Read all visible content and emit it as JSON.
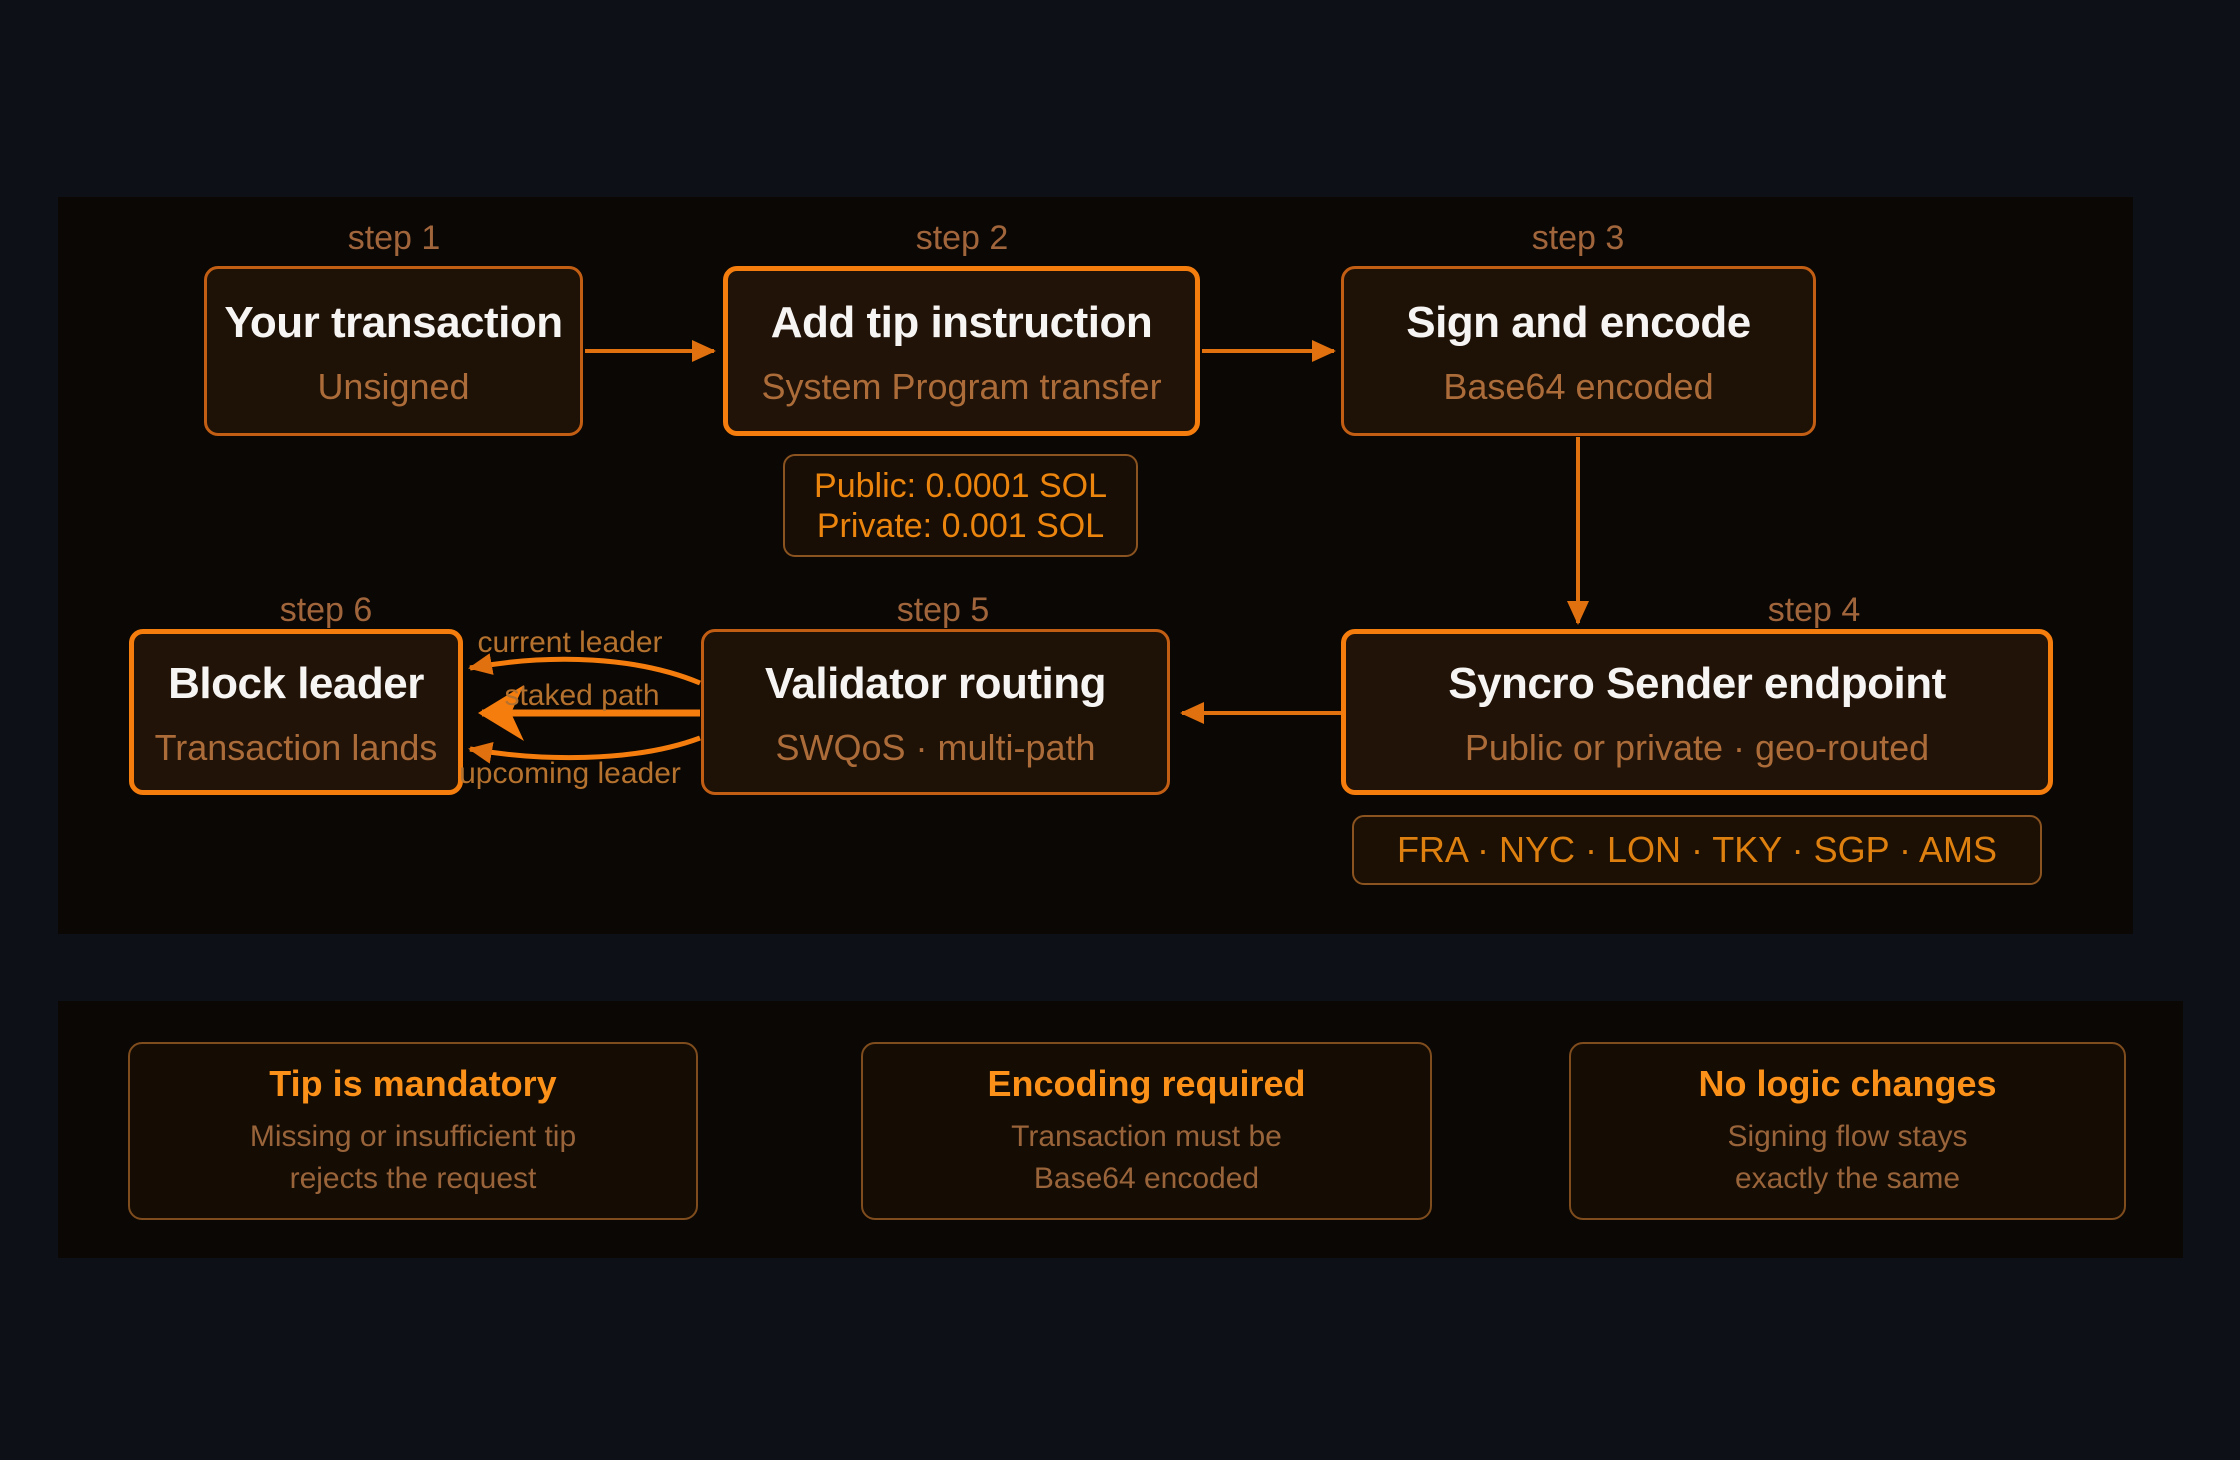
{
  "flow": {
    "steps": [
      {
        "label": "step 1",
        "title": "Your transaction",
        "subtitle": "Unsigned"
      },
      {
        "label": "step 2",
        "title": "Add tip instruction",
        "subtitle": "System Program transfer"
      },
      {
        "label": "step 3",
        "title": "Sign and encode",
        "subtitle": "Base64 encoded"
      },
      {
        "label": "step 4",
        "title": "Syncro Sender endpoint",
        "subtitle": "Public or private · geo-routed"
      },
      {
        "label": "step 5",
        "title": "Validator routing",
        "subtitle": "SWQoS · multi-path"
      },
      {
        "label": "step 6",
        "title": "Block leader",
        "subtitle": "Transaction lands"
      }
    ],
    "tip_note": {
      "line1": "Public: 0.0001 SOL",
      "line2": "Private: 0.001 SOL"
    },
    "regions_note": "FRA · NYC · LON · TKY · SGP · AMS",
    "edge_labels": {
      "top": "current leader",
      "middle": "staked path",
      "bottom": "upcoming leader"
    }
  },
  "cards": [
    {
      "title": "Tip is mandatory",
      "line1": "Missing or insufficient tip",
      "line2": "rejects the request"
    },
    {
      "title": "Encoding required",
      "line1": "Transaction must be",
      "line2": "Base64 encoded"
    },
    {
      "title": "No logic changes",
      "line1": "Signing flow stays",
      "line2": "exactly the same"
    }
  ],
  "colors": {
    "page_bg": "#0e1017",
    "panel_bg": "#0b0704",
    "highlight_border": "#f57d0e",
    "normal_border": "#c25e14",
    "arrow": "#e1700e",
    "title_text": "#f7f5f3",
    "subtitle_text": "#ac6c3a",
    "step_label_text": "#a1653c",
    "tip_text": "#ec850e",
    "card_title_text": "#fb9118",
    "card_body_text": "#99643a"
  }
}
